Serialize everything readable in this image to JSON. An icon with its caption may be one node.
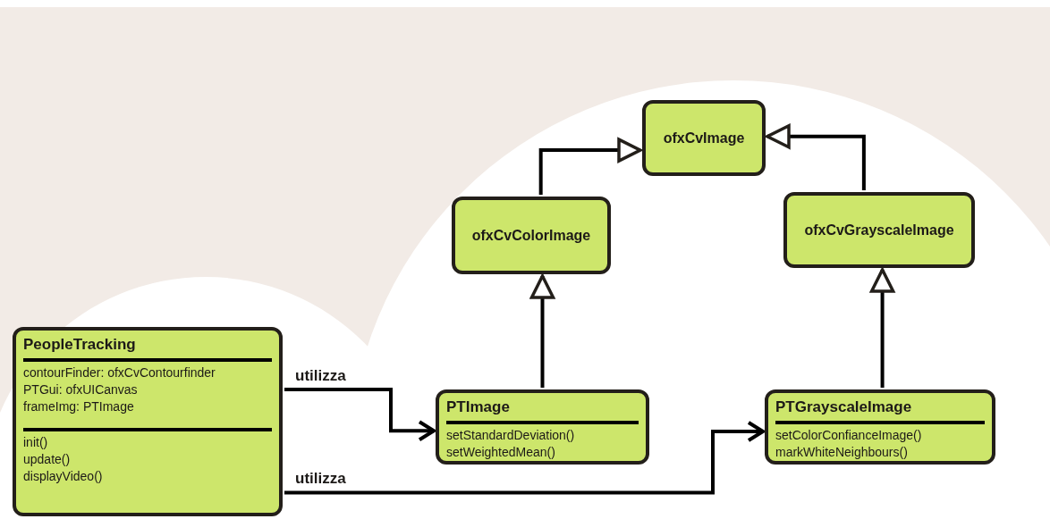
{
  "diagram": {
    "nodes": [
      {
        "text": [
          "ofxCvImage"
        ]
      },
      {
        "text": [
          "ofxCvColorImage"
        ]
      },
      {
        "text": [
          "ofxCvGrayscaleImage"
        ]
      },
      {
        "text": [
          "PeopleTracking",
          "contourFinder: ofxCvContourfinder",
          "PTGui: ofxUICanvas",
          "frameImg: PTImage",
          "init()",
          "update()",
          "displayVideo()"
        ]
      },
      {
        "text": [
          "PTImage",
          "setStandardDeviation()",
          "setWeightedMean()"
        ]
      },
      {
        "text": [
          "PTGrayscaleImage",
          "setColorConfianceImage()",
          "markWhiteNeighbours()"
        ]
      }
    ],
    "edges": [
      {
        "from": 1,
        "to": 0,
        "arrow": "to"
      },
      {
        "from": 2,
        "to": 0,
        "arrow": "to"
      },
      {
        "from": 4,
        "to": 1,
        "arrow": "to"
      },
      {
        "from": 5,
        "to": 2,
        "arrow": "to"
      },
      {
        "from": 3,
        "to": 4,
        "arrow": "to",
        "label": "utilizza"
      },
      {
        "from": 3,
        "to": 5,
        "arrow": "to",
        "label": "utilizza"
      }
    ]
  }
}
